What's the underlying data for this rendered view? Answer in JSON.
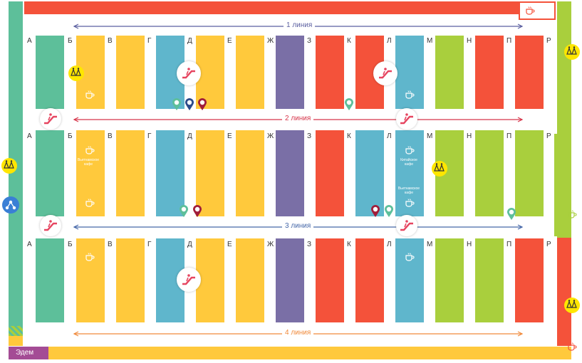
{
  "columns": [
    "А",
    "Б",
    "В",
    "Г",
    "Д",
    "Е",
    "Ж",
    "З",
    "К",
    "Л",
    "М",
    "Н",
    "П",
    "Р"
  ],
  "lines": {
    "line1": "1 линия",
    "line2": "2 линия",
    "line3": "3 линия",
    "line4": "4 линия"
  },
  "labels": {
    "vietnamese_cafe_1": "Вьетнамское кафе",
    "chinese_cafe": "Китайское кафе",
    "vietnamese_cafe_2": "Вьетнамское кафе",
    "edem": "Эдем"
  },
  "colors": {
    "teal": "#5dbf9a",
    "yellow": "#ffc93c",
    "blue": "#5fb6cc",
    "purple": "#7a6fa6",
    "red": "#f4523a",
    "lime": "#a9cf3d",
    "orange": "#f37a2a",
    "line1_arrow": "#5b5fa0",
    "line2_arrow": "#d6354a",
    "line3_arrow": "#4567a8",
    "line4_arrow": "#f0893a"
  },
  "icons": [
    "coffee-icon",
    "escalator-icon",
    "restroom-icon",
    "network-icon",
    "location-pin-icon"
  ]
}
